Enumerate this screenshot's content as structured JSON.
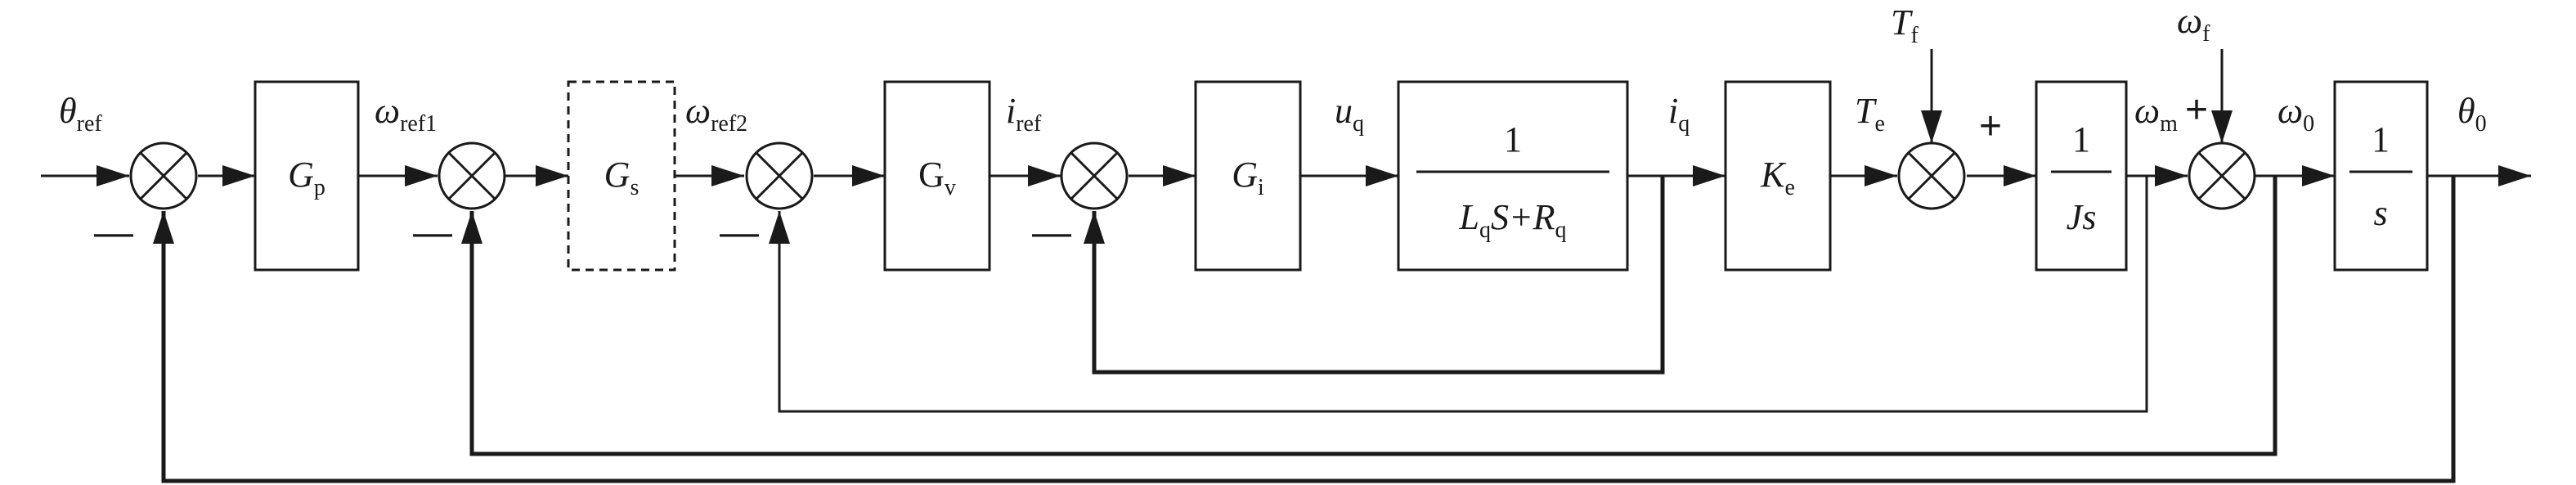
{
  "blocks": {
    "gp": {
      "main": "G",
      "sub": "p"
    },
    "gs": {
      "main": "G",
      "sub": "s"
    },
    "gv": {
      "main": "G",
      "sub": "v"
    },
    "gi": {
      "main": "G",
      "sub": "i"
    },
    "plant": {
      "num": "1",
      "den_l": "L",
      "den_q": "q",
      "den_s": "S+",
      "den_r": "R",
      "den_rq": "q"
    },
    "ke": {
      "main": "K",
      "sub": "e"
    },
    "inertia": {
      "num": "1",
      "den": "Js"
    },
    "integrator": {
      "num": "1",
      "den": "s"
    }
  },
  "signals": {
    "theta_ref": {
      "main": "θ",
      "sub": "ref"
    },
    "omega_ref1": {
      "main": "ω",
      "sub": "ref1"
    },
    "omega_ref2": {
      "main": "ω",
      "sub": "ref2"
    },
    "i_ref": {
      "main": "i",
      "sub": "ref"
    },
    "u_q": {
      "main": "u",
      "sub": "q"
    },
    "i_q": {
      "main": "i",
      "sub": "q"
    },
    "t_e": {
      "main": "T",
      "sub": "e"
    },
    "t_f": {
      "main": "T",
      "sub": "f"
    },
    "omega_f": {
      "main": "ω",
      "sub": "f"
    },
    "omega_m": {
      "main": "ω",
      "sub": "m"
    },
    "omega_0": {
      "main": "ω",
      "sub": "0"
    },
    "theta_0": {
      "main": "θ",
      "sub": "0"
    }
  },
  "signs": {
    "minus": "—",
    "plus": "+"
  }
}
